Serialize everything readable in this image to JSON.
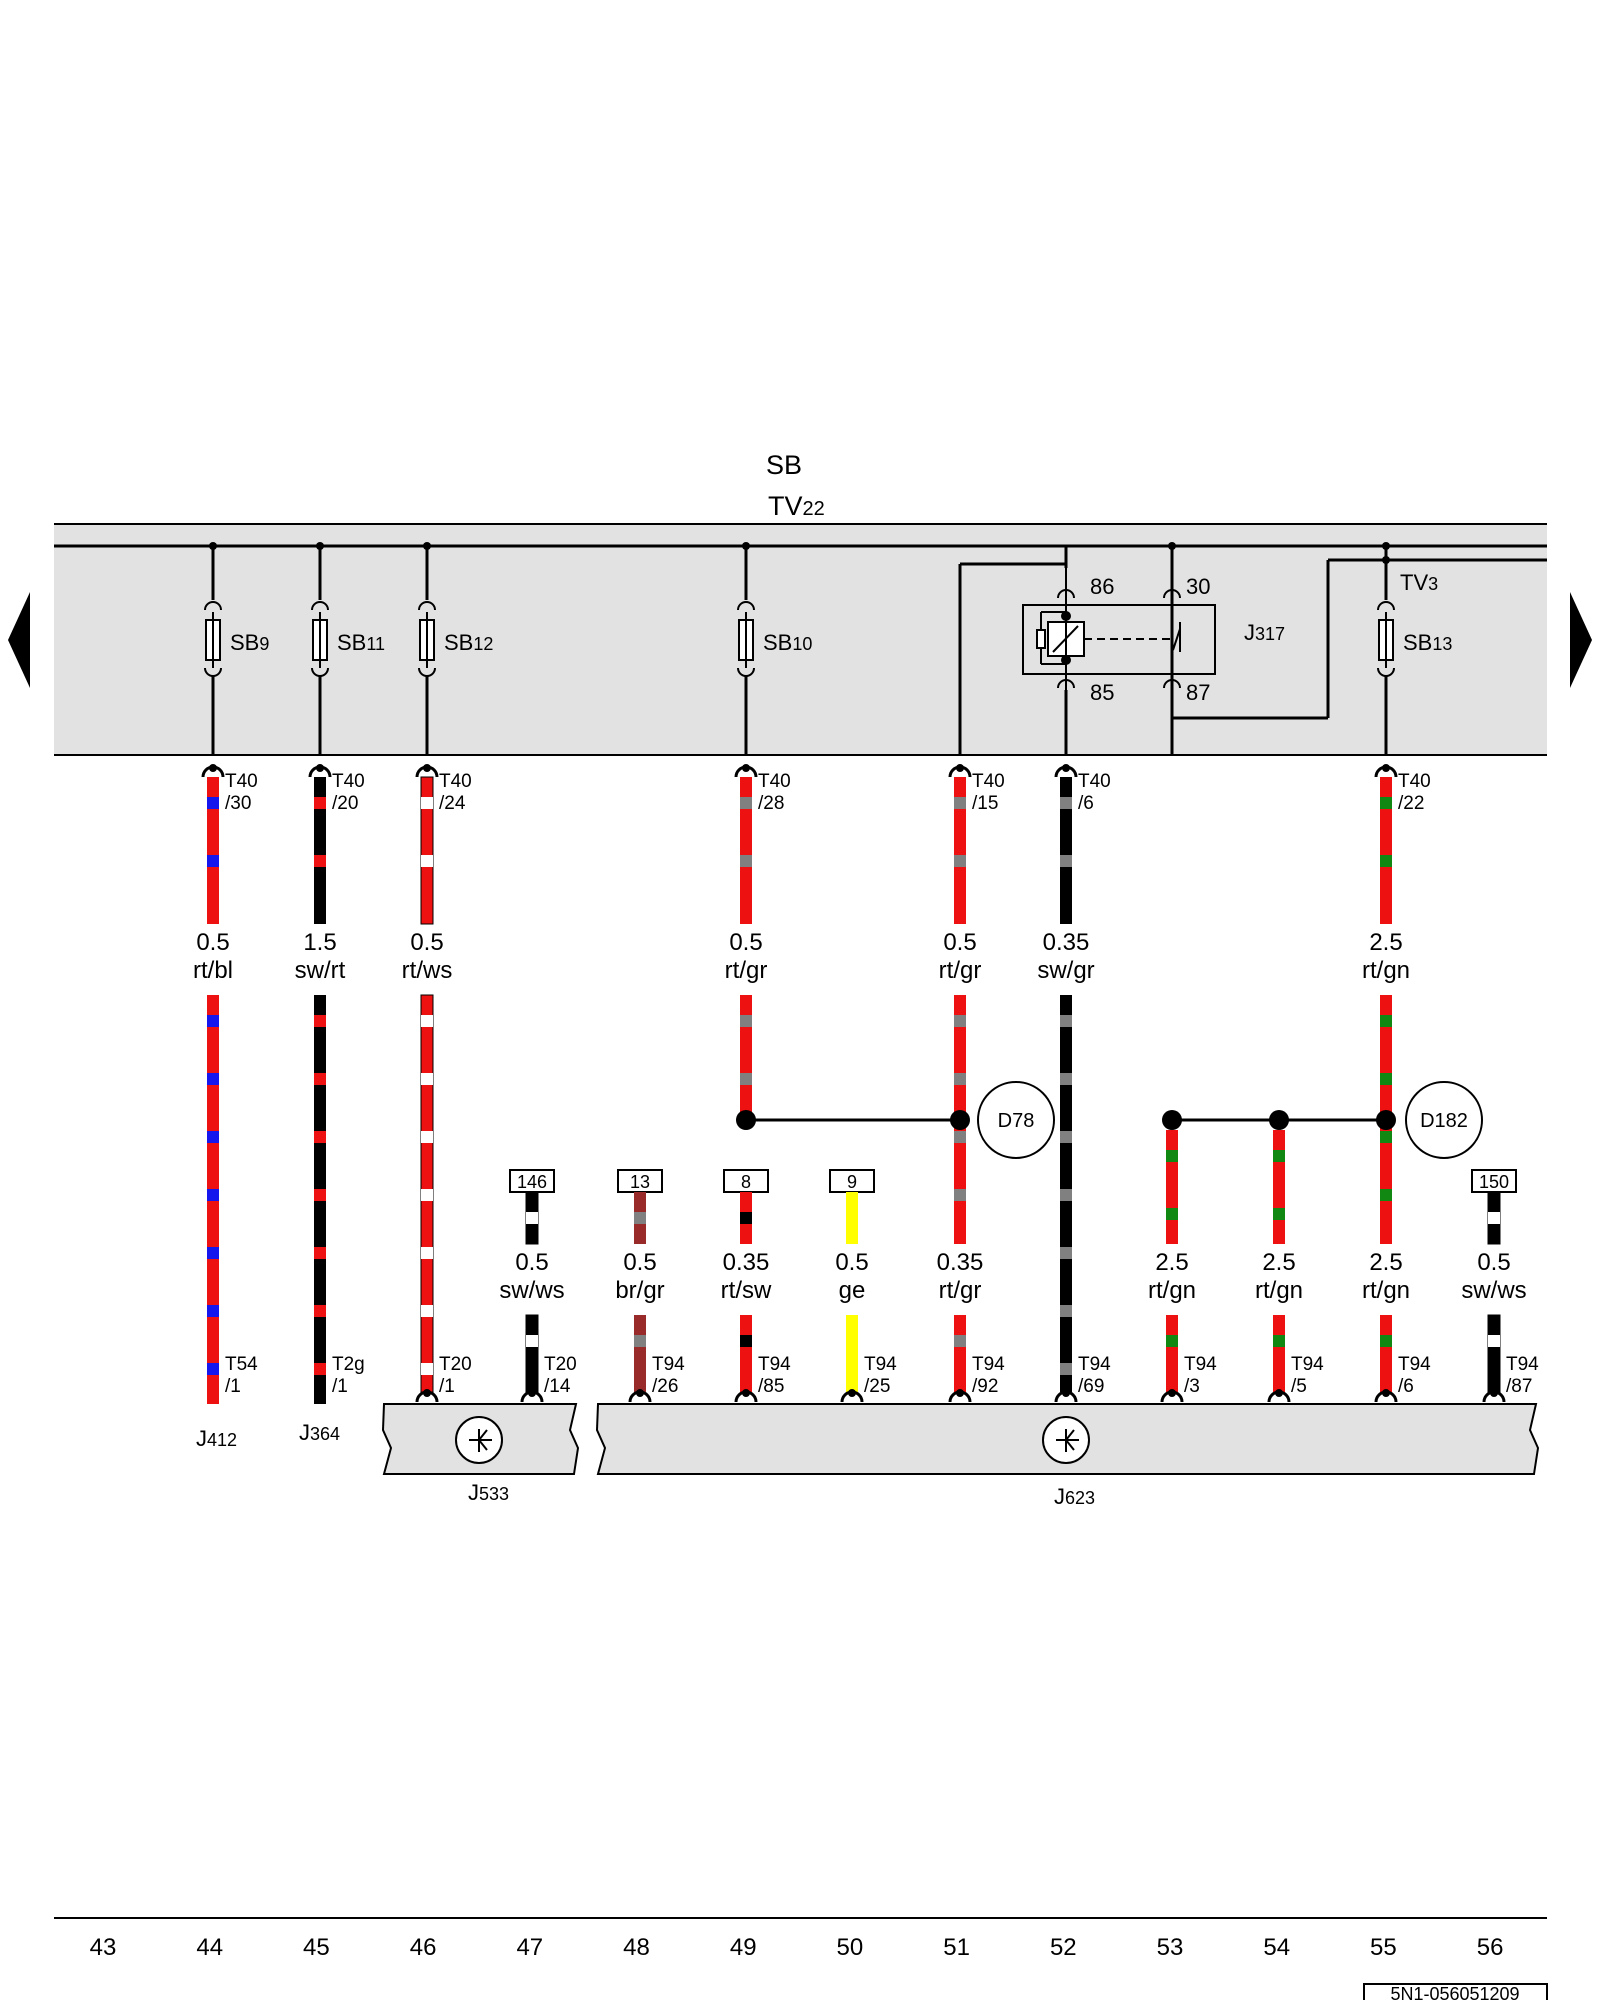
{
  "header": {
    "bus_label": "SB",
    "bus_sub_prefix": "TV",
    "bus_sub_index": "22",
    "tv3_prefix": "TV",
    "tv3_index": "3"
  },
  "fuses": [
    {
      "prefix": "SB",
      "index": "9"
    },
    {
      "prefix": "SB",
      "index": "11"
    },
    {
      "prefix": "SB",
      "index": "12"
    },
    {
      "prefix": "SB",
      "index": "10"
    },
    {
      "prefix": "SB",
      "index": "13"
    }
  ],
  "relay": {
    "prefix": "J",
    "index": "317",
    "pins": [
      "86",
      "30",
      "85",
      "87"
    ]
  },
  "top_pins": [
    {
      "top": "T40",
      "bottom": "/30"
    },
    {
      "top": "T40",
      "bottom": "/20"
    },
    {
      "top": "T40",
      "bottom": "/24"
    },
    {
      "top": "T40",
      "bottom": "/28"
    },
    {
      "top": "T40",
      "bottom": "/15"
    },
    {
      "top": "T40",
      "bottom": "/6"
    },
    {
      "top": "T40",
      "bottom": "/22"
    }
  ],
  "upper_wires": [
    {
      "gauge": "0.5",
      "color": "rt/bl"
    },
    {
      "gauge": "1.5",
      "color": "sw/rt"
    },
    {
      "gauge": "0.5",
      "color": "rt/ws"
    },
    {
      "gauge": "0.5",
      "color": "rt/gr"
    },
    {
      "gauge": "0.5",
      "color": "rt/gr"
    },
    {
      "gauge": "0.35",
      "color": "sw/gr"
    },
    {
      "gauge": "2.5",
      "color": "rt/gn"
    }
  ],
  "splices": [
    {
      "label": "D78"
    },
    {
      "label": "D182"
    }
  ],
  "ref_boxes": [
    "146",
    "13",
    "8",
    "9",
    "150"
  ],
  "lower_wires": [
    {
      "gauge": "0.5",
      "color": "sw/ws"
    },
    {
      "gauge": "0.5",
      "color": "br/gr"
    },
    {
      "gauge": "0.35",
      "color": "rt/sw"
    },
    {
      "gauge": "0.5",
      "color": "ge"
    },
    {
      "gauge": "0.35",
      "color": "rt/gr"
    },
    {
      "gauge": "2.5",
      "color": "rt/gn"
    },
    {
      "gauge": "2.5",
      "color": "rt/gn"
    },
    {
      "gauge": "2.5",
      "color": "rt/gn"
    },
    {
      "gauge": "0.5",
      "color": "sw/ws"
    }
  ],
  "bottom_pins": [
    {
      "top": "T54",
      "bottom": "/1"
    },
    {
      "top": "T2g",
      "bottom": "/1"
    },
    {
      "top": "T20",
      "bottom": "/1"
    },
    {
      "top": "T20",
      "bottom": "/14"
    },
    {
      "top": "T94",
      "bottom": "/26"
    },
    {
      "top": "T94",
      "bottom": "/85"
    },
    {
      "top": "T94",
      "bottom": "/25"
    },
    {
      "top": "T94",
      "bottom": "/92"
    },
    {
      "top": "T94",
      "bottom": "/69"
    },
    {
      "top": "T94",
      "bottom": "/3"
    },
    {
      "top": "T94",
      "bottom": "/5"
    },
    {
      "top": "T94",
      "bottom": "/6"
    },
    {
      "top": "T94",
      "bottom": "/87"
    }
  ],
  "components": [
    {
      "prefix": "J",
      "index": "412"
    },
    {
      "prefix": "J",
      "index": "364"
    },
    {
      "prefix": "J",
      "index": "533"
    },
    {
      "prefix": "J",
      "index": "623"
    }
  ],
  "columns": [
    "43",
    "44",
    "45",
    "46",
    "47",
    "48",
    "49",
    "50",
    "51",
    "52",
    "53",
    "54",
    "55",
    "56"
  ],
  "footer": {
    "doc_id": "5N1-056051209"
  },
  "colors": {
    "rt": "#ee1111",
    "bl": "#1515ee",
    "sw": "#000000",
    "ws": "#ffffff",
    "gr": "#808080",
    "gn": "#118811",
    "br": "#992a2a",
    "ge": "#ffff00",
    "panel": "#e2e2e2"
  }
}
